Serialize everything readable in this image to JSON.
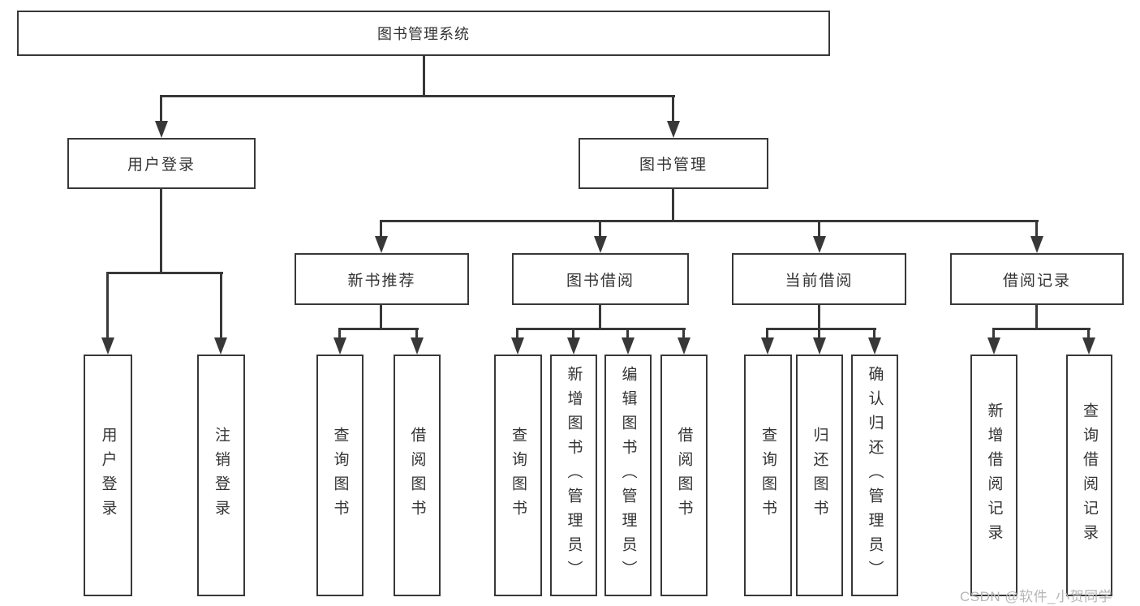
{
  "diagram": {
    "root": {
      "label": "图书管理系统"
    },
    "level2": [
      {
        "label": "用户登录"
      },
      {
        "label": "图书管理"
      }
    ],
    "level3": [
      {
        "label": "新书推荐"
      },
      {
        "label": "图书借阅"
      },
      {
        "label": "当前借阅"
      },
      {
        "label": "借阅记录"
      }
    ],
    "leaves": {
      "user_login": [
        "用户登录",
        "注销登录"
      ],
      "new_book": [
        "查询图书",
        "借阅图书"
      ],
      "book_borrow": [
        "查询图书",
        "新增图书（管理员）",
        "编辑图书（管理员）",
        "借阅图书"
      ],
      "current_borrow": [
        "查询图书",
        "归还图书",
        "确认归还（管理员）"
      ],
      "borrow_record": [
        "新增借阅记录",
        "查询借阅记录"
      ]
    }
  },
  "watermark": {
    "text": "CSDN @软件_小贺同学",
    "color": "#b6b6b6"
  },
  "colors": {
    "line": "#383838",
    "text": "#333333",
    "background": "#ffffff"
  }
}
